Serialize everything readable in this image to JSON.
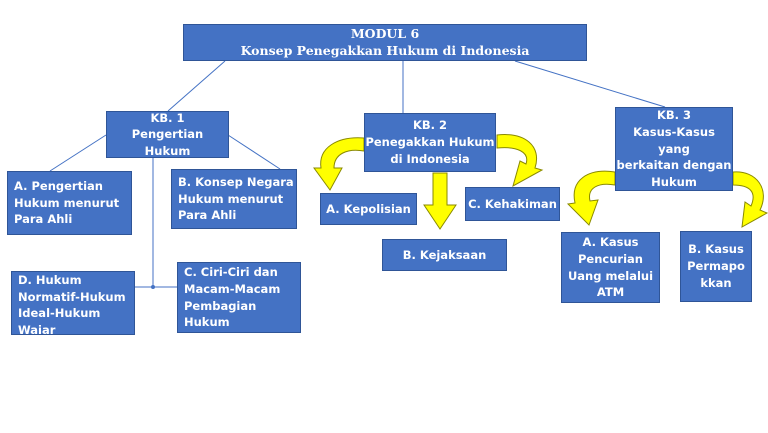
{
  "colors": {
    "box_fill": "#4472c4",
    "box_border": "#2f5597",
    "connector": "#4472c4",
    "arrow_fill": "#ffff00",
    "arrow_stroke": "#8a8a00"
  },
  "root": {
    "line1": "MODUL 6",
    "line2": "Konsep Penegakkan Hukum di Indonesia"
  },
  "kb1": {
    "line1": "KB. 1",
    "line2": "Pengertian Hukum",
    "children": {
      "a": [
        "A. Pengertian",
        "Hukum menurut",
        "Para Ahli"
      ],
      "b": [
        "B. Konsep Negara",
        "Hukum menurut",
        "Para Ahli"
      ],
      "c": [
        "C. Ciri-Ciri dan",
        "Macam-Macam",
        "Pembagian Hukum"
      ],
      "d": [
        "D. Hukum",
        "Normatif-Hukum",
        "Ideal-Hukum",
        "Wajar"
      ]
    }
  },
  "kb2": {
    "line1": "KB. 2",
    "line2": "Penegakkan Hukum",
    "line3": "di Indonesia",
    "children": {
      "a": "A. Kepolisian",
      "b": "B. Kejaksaan",
      "c": "C. Kehakiman"
    }
  },
  "kb3": {
    "line1": "KB. 3",
    "line2": "Kasus-Kasus yang",
    "line3": "berkaitan dengan",
    "line4": "Hukum",
    "children": {
      "a": [
        "A. Kasus",
        "Pencurian",
        "Uang melalui",
        "ATM"
      ],
      "b": [
        "B. Kasus",
        "Permapo",
        "kkan"
      ]
    }
  }
}
